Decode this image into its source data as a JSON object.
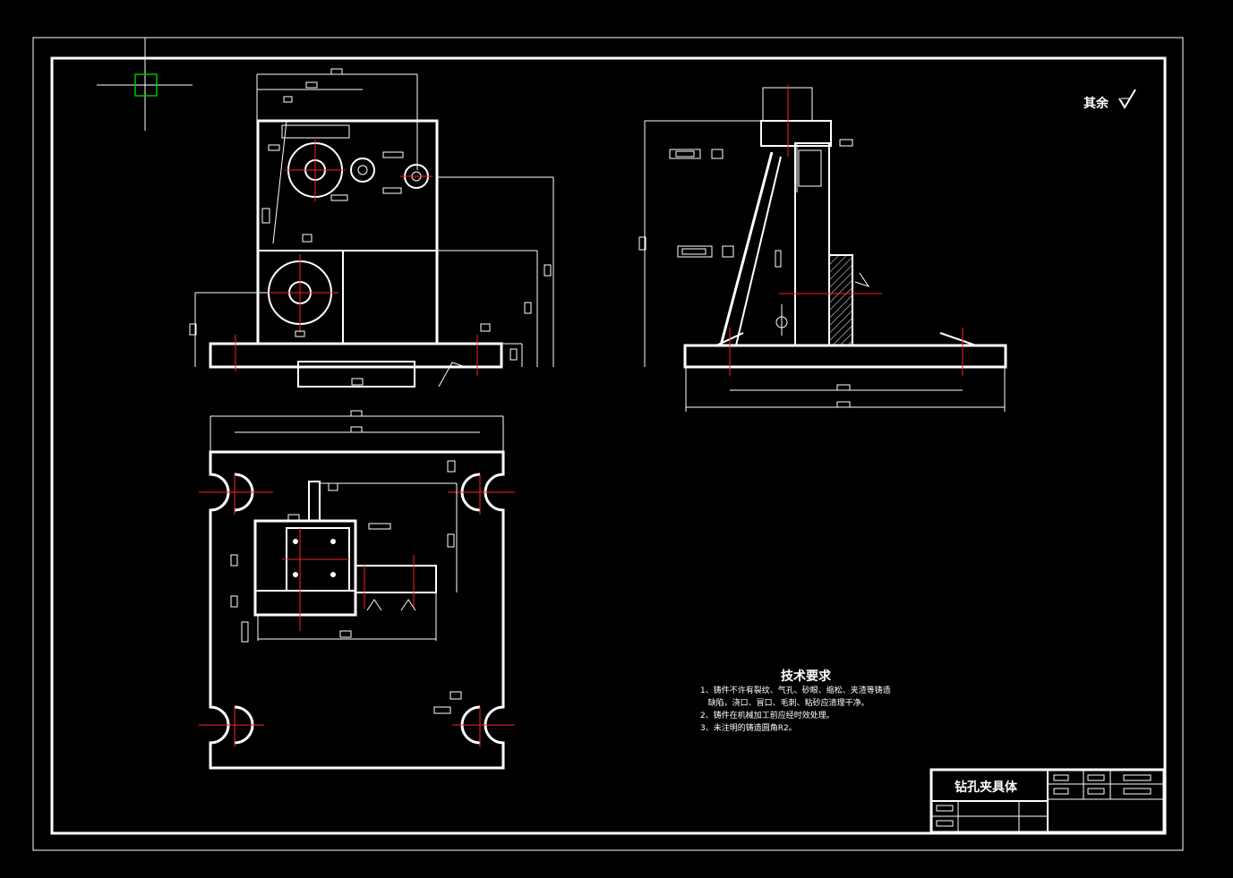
{
  "drawing": {
    "surface_finish_note": "其余",
    "tech_requirements": {
      "title": "技术要求",
      "lines": [
        "1、铸件不许有裂纹、气孔、砂眼、缩松、夹渣等铸造",
        "   缺陷，浇口、冒口、毛刺、粘砂应清理干净。",
        "2、铸件在机械加工前应经时效处理。",
        "3、未注明的铸造圆角R2。"
      ]
    },
    "title_block": {
      "name": "钻孔夹具体"
    }
  },
  "colors": {
    "background": "#000000",
    "line": "#ffffff",
    "centerline": "#ff2020",
    "cursor": "#00c000"
  }
}
